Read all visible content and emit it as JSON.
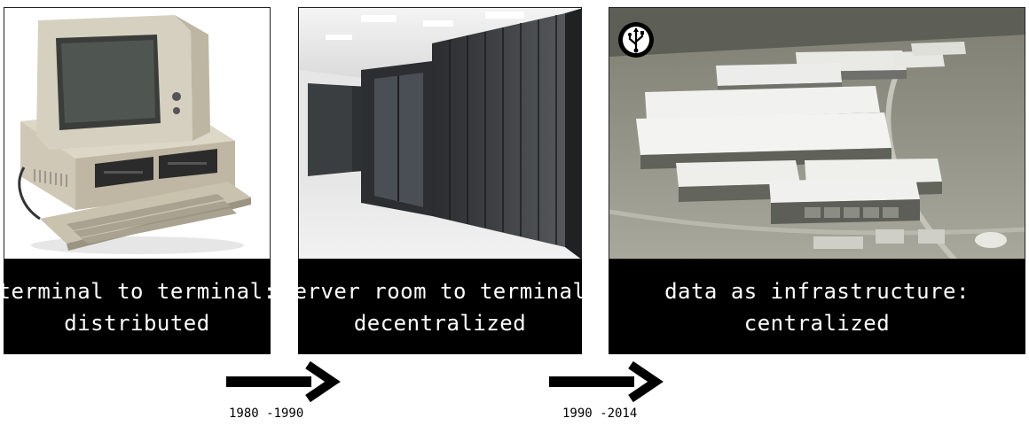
{
  "panels": [
    {
      "caption_line1": "terminal to terminal:",
      "caption_line2": "distributed"
    },
    {
      "caption_line1": "server room to terminal:",
      "caption_line2": "decentralized"
    },
    {
      "caption_line1": "data as infrastructure:",
      "caption_line2": "centralized"
    }
  ],
  "arrows": [
    {
      "label": "1980 -1990"
    },
    {
      "label": "1990 -2014"
    }
  ],
  "icons": {
    "photo_1": "ibm-pc-image",
    "photo_2": "server-room-image",
    "photo_3": "data-center-aerial-image",
    "badge": "usb-icon"
  }
}
